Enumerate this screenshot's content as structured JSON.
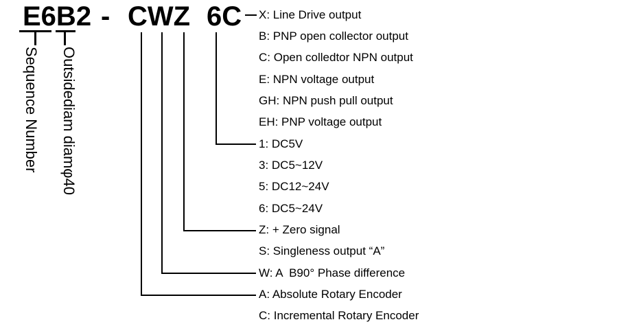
{
  "model_code": {
    "series": "E6B2",
    "separator": "-",
    "type_code": "CWZ",
    "suffix_code": "6C"
  },
  "side_labels": {
    "sequence": "Sequence Number",
    "outside_diam": "Outsidediam diamφ40"
  },
  "legend": {
    "rows": [
      "X: Line Drive output",
      "B: PNP open collector output",
      "C: Open colledtor NPN output",
      "E: NPN voltage output",
      "GH: NPN push pull output",
      "EH: PNP voltage output",
      "1: DC5V",
      "3: DC5~12V",
      "5: DC12~24V",
      "6: DC5~24V",
      "Z: + Zero signal",
      "S: Singleness output “A”",
      "W: A  B90° Phase difference",
      "A: Absolute Rotary Encoder",
      "C: Incremental Rotary Encoder"
    ]
  },
  "colors": {
    "ink": "#000000",
    "background": "#ffffff"
  }
}
